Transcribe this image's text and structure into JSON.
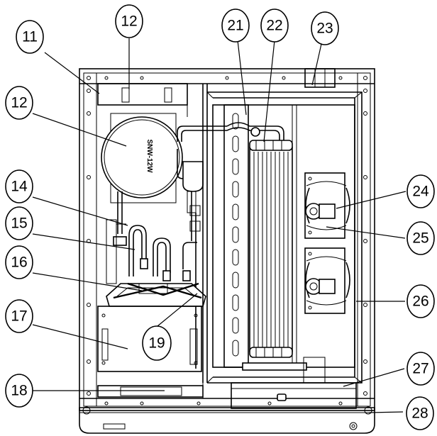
{
  "diagram": {
    "callouts": [
      {
        "id": "c11",
        "label": "11"
      },
      {
        "id": "c12a",
        "label": "12"
      },
      {
        "id": "c12b",
        "label": "12"
      },
      {
        "id": "c14",
        "label": "14"
      },
      {
        "id": "c15",
        "label": "15"
      },
      {
        "id": "c16",
        "label": "16"
      },
      {
        "id": "c17",
        "label": "17"
      },
      {
        "id": "c18",
        "label": "18"
      },
      {
        "id": "c19",
        "label": "19"
      },
      {
        "id": "c21",
        "label": "21"
      },
      {
        "id": "c22",
        "label": "22"
      },
      {
        "id": "c23",
        "label": "23"
      },
      {
        "id": "c24",
        "label": "24"
      },
      {
        "id": "c25",
        "label": "25"
      },
      {
        "id": "c26",
        "label": "26"
      },
      {
        "id": "c27",
        "label": "27"
      },
      {
        "id": "c28",
        "label": "28"
      }
    ],
    "compressor_marking": "SNW-12W"
  }
}
